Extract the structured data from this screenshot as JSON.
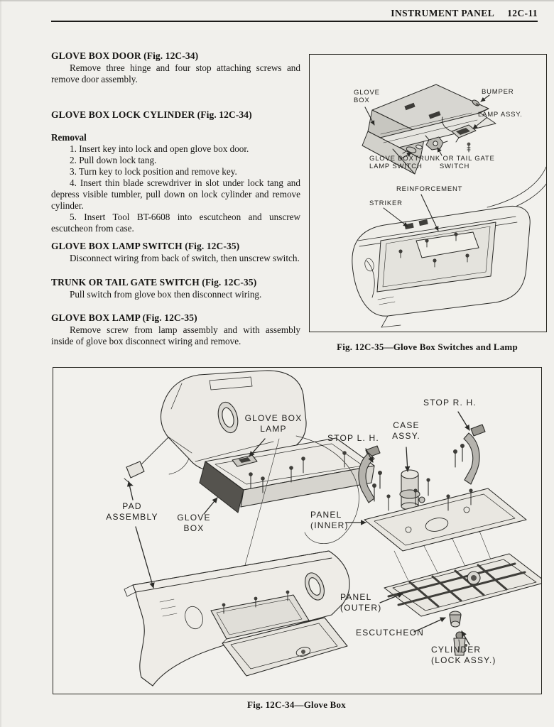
{
  "header": {
    "title": "INSTRUMENT PANEL",
    "page_no": "12C-11"
  },
  "article": {
    "sections": [
      {
        "heading": "GLOVE BOX DOOR (Fig. 12C-34)",
        "body": "Remove three hinge and four stop attaching screws and remove door assembly."
      },
      {
        "heading": "GLOVE BOX LOCK CYLINDER (Fig. 12C-34)",
        "subheading": "Removal",
        "steps": [
          "1. Insert key into lock and open glove box door.",
          "2. Pull down lock tang.",
          "3. Turn key to lock position and remove key.",
          "4. Insert thin blade screwdriver in slot under lock tang and depress visible tumbler, pull down on lock cylinder and remove cylinder.",
          "5. Insert Tool BT-6608 into escutcheon and unscrew escutcheon from case."
        ]
      },
      {
        "heading": "GLOVE BOX LAMP SWITCH (Fig. 12C-35)",
        "body": "Disconnect wiring from back of switch, then unscrew switch."
      },
      {
        "heading": "TRUNK OR TAIL GATE SWITCH (Fig. 12C-35)",
        "body": "Pull switch from glove box then disconnect wiring."
      },
      {
        "heading": "GLOVE BOX LAMP (Fig. 12C-35)",
        "body": "Remove screw from lamp assembly and with assembly inside of glove box disconnect wiring and remove."
      }
    ]
  },
  "fig35": {
    "caption": "Fig. 12C-35—Glove Box Switches and Lamp",
    "labels": {
      "glove_box": "GLOVE\nBOX",
      "bumper": "BUMPER",
      "lamp_assy": "LAMP ASSY.",
      "lamp_switch": "GLOVE BOX\nLAMP SWITCH",
      "trunk_switch": "TRUNK OR TAIL GATE\nSWITCH",
      "reinforcement": "REINFORCEMENT",
      "striker": "STRIKER"
    }
  },
  "fig34": {
    "caption": "Fig. 12C-34—Glove Box",
    "labels": {
      "glove_box_lamp": "GLOVE BOX\nLAMP",
      "stop_rh": "STOP R. H.",
      "case_assy": "CASE\nASSY.",
      "stop_lh": "STOP L. H.",
      "pad_assembly": "PAD\nASSEMBLY",
      "glove_box": "GLOVE\nBOX",
      "panel_inner": "PANEL\n(INNER)",
      "panel_outer": "PANEL\n(OUTER)",
      "escutcheon": "ESCUTCHEON",
      "cylinder": "CYLINDER\n(LOCK ASSY.)"
    }
  },
  "colors": {
    "ink": "#2a2a27",
    "paper": "#f1f0ec",
    "shade_light": "#dcdbd5",
    "shade_dark": "#55534e"
  }
}
